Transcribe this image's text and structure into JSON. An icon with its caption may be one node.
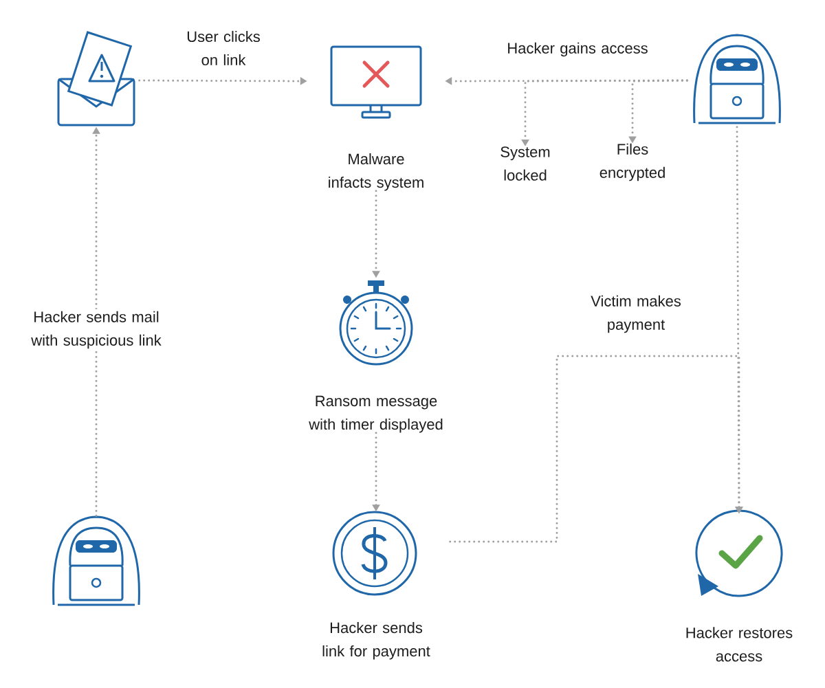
{
  "diagram": {
    "nodes": [
      {
        "text": [],
        "shape": "picture"
      },
      {
        "text": [
          "Malware infacts system"
        ]
      },
      {
        "text": [],
        "shape": "picture"
      },
      {
        "text": [
          "System locked"
        ]
      },
      {
        "text": [
          "Files encrypted"
        ]
      },
      {
        "text": [
          "Ransom message with timer displayed"
        ]
      },
      {
        "text": [
          "Hacker sends link for payment"
        ]
      },
      {
        "text": [
          "Hacker restores access"
        ]
      },
      {
        "text": [],
        "shape": "picture"
      }
    ],
    "edges": [
      {
        "from": 8,
        "to": 0,
        "arrow": "to",
        "label": "Hacker sends mail with suspicious link"
      },
      {
        "from": 0,
        "to": 1,
        "arrow": "to",
        "label": "User clicks on link"
      },
      {
        "from": 2,
        "to": 1,
        "arrow": "to",
        "label": "Hacker gains access"
      },
      {
        "from": 2,
        "to": 3,
        "arrow": "to"
      },
      {
        "from": 2,
        "to": 4,
        "arrow": "to"
      },
      {
        "from": 1,
        "to": 5,
        "arrow": "to"
      },
      {
        "from": 5,
        "to": 6,
        "arrow": "to"
      },
      {
        "from": 6,
        "to": 7,
        "arrow": "to",
        "label": "Victim makes payment"
      },
      {
        "from": 2,
        "to": 7,
        "arrow": "to"
      }
    ]
  }
}
